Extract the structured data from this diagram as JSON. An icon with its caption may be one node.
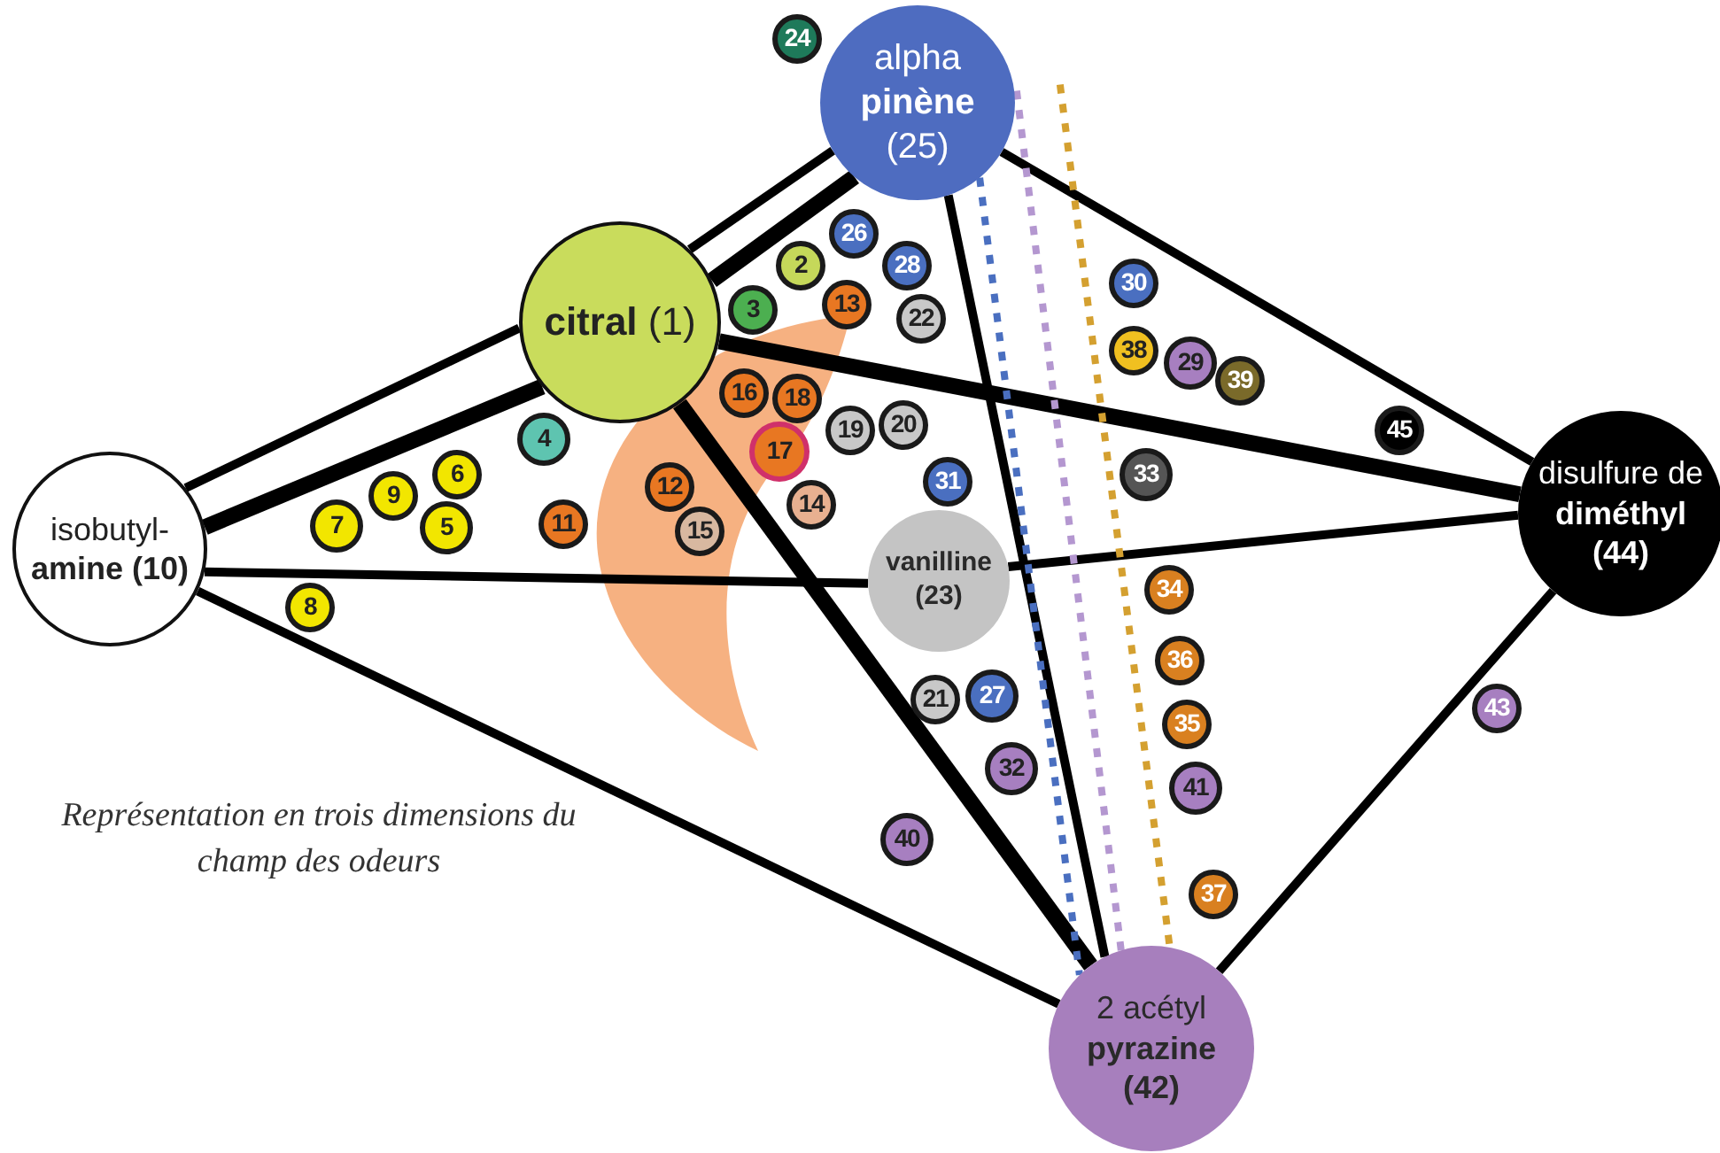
{
  "diagram": {
    "nodes": [
      {
        "text": [
          "alpha **pinène** (25)"
        ]
      },
      {
        "text": [
          "24"
        ]
      },
      {
        "text": [
          "**citral** (1)"
        ]
      },
      {
        "text": [
          "2"
        ]
      },
      {
        "text": [
          "26"
        ]
      },
      {
        "text": [
          "28"
        ]
      },
      {
        "text": [
          "3"
        ]
      },
      {
        "text": [
          "38"
        ]
      },
      {
        "text": [
          "30"
        ]
      },
      {
        "text": [
          "13"
        ]
      },
      {
        "text": [
          "22"
        ]
      },
      {
        "text": [
          "16"
        ]
      },
      {
        "text": [
          "18"
        ]
      },
      {
        "text": [
          "20"
        ]
      },
      {
        "text": [
          "39"
        ]
      },
      {
        "text": [
          "19"
        ]
      },
      {
        "text": [
          "29"
        ]
      },
      {
        "text": [
          "4"
        ]
      },
      {
        "text": [
          "17"
        ]
      },
      {
        "text": [
          "6"
        ]
      },
      {
        "text": [
          "45"
        ]
      },
      {
        "text": [
          "33"
        ]
      },
      {
        "text": [
          "9"
        ]
      },
      {
        "text": [
          "12"
        ]
      },
      {
        "text": [
          "14"
        ]
      },
      {
        "text": [
          "31"
        ]
      },
      {
        "text": [
          "disulfure de **diméthyl (44)**"
        ]
      },
      {
        "text": [
          "isobutyl- **amine (10)**"
        ]
      },
      {
        "text": [
          "7"
        ]
      },
      {
        "text": [
          "5"
        ]
      },
      {
        "text": [
          "**vanilline (23)**"
        ]
      },
      {
        "text": [
          "11"
        ]
      },
      {
        "text": [
          "15"
        ]
      },
      {
        "text": [
          "34"
        ]
      },
      {
        "text": [
          "8"
        ]
      },
      {
        "text": [
          "21"
        ]
      },
      {
        "text": [
          "36"
        ]
      },
      {
        "text": [
          "43"
        ]
      },
      {
        "text": [
          "27"
        ]
      },
      {
        "text": [
          "35"
        ]
      },
      {
        "text": [
          "32"
        ]
      },
      {
        "text": [
          "41"
        ]
      },
      {
        "text": [
          "40"
        ]
      },
      {
        "text": [
          "37"
        ]
      },
      {
        "text": [
          "2 acétyl **pyrazine (42)**"
        ]
      }
    ],
    "edges": [
      {
        "from": 27,
        "to": 2,
        "arrow": "none"
      },
      {
        "from": 27,
        "to": 2,
        "arrow": "none",
        "style": "thick"
      },
      {
        "from": 2,
        "to": 0,
        "arrow": "none"
      },
      {
        "from": 2,
        "to": 0,
        "arrow": "none",
        "style": "thick"
      },
      {
        "from": 27,
        "to": 30,
        "arrow": "none"
      },
      {
        "from": 30,
        "to": 26,
        "arrow": "none"
      },
      {
        "from": 27,
        "to": 44,
        "arrow": "none"
      },
      {
        "from": 2,
        "to": 26,
        "arrow": "none",
        "style": "thick"
      },
      {
        "from": 2,
        "to": 44,
        "arrow": "none",
        "style": "thick"
      },
      {
        "from": 0,
        "to": 26,
        "arrow": "none"
      },
      {
        "from": 0,
        "to": 44,
        "arrow": "none"
      },
      {
        "from": 0,
        "to": 44,
        "arrow": "none",
        "style": "dashed",
        "color": "#4a6fc0"
      },
      {
        "from": 0,
        "to": 44,
        "arrow": "none",
        "style": "dashed",
        "color": "#b497d0"
      },
      {
        "from": 0,
        "to": 44,
        "arrow": "none",
        "style": "dashed",
        "color": "#d4a030"
      },
      {
        "from": 26,
        "to": 44,
        "arrow": "none"
      }
    ],
    "labels": [
      "Représentation en trois dimensions du champ des odeurs"
    ]
  }
}
